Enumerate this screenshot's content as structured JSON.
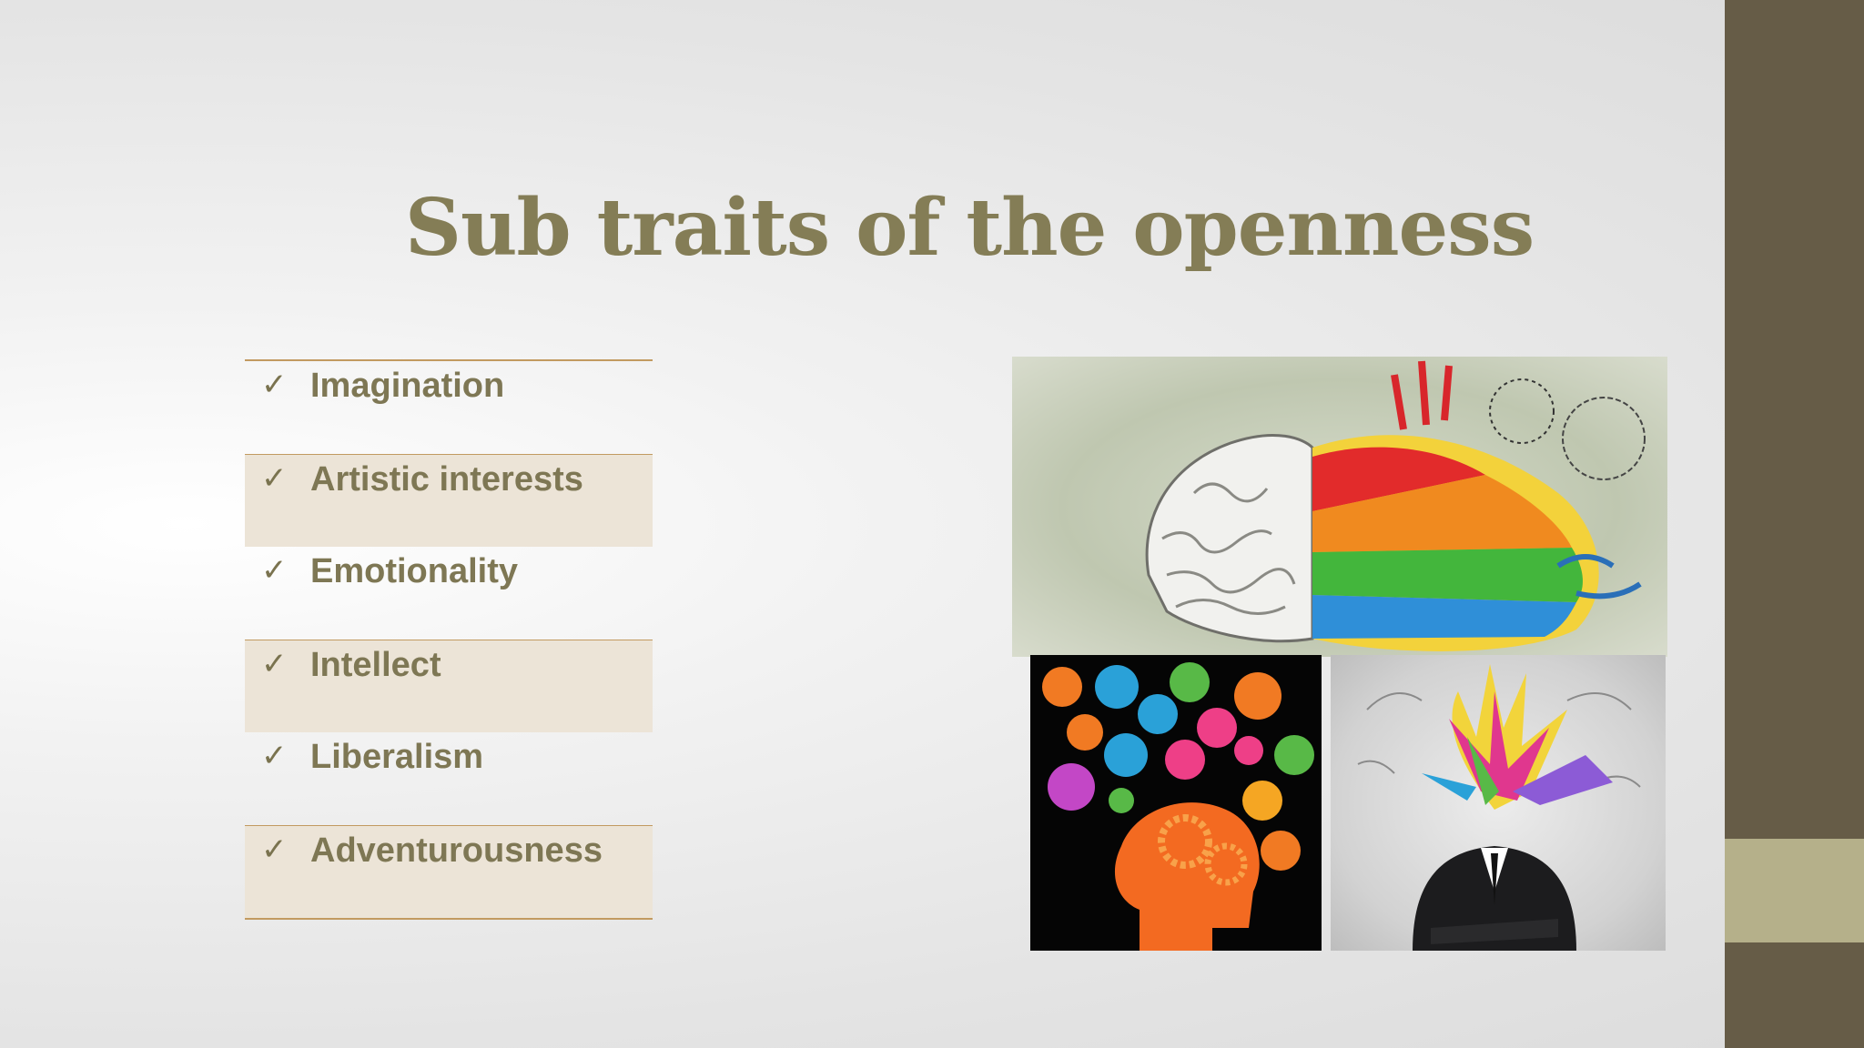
{
  "slide": {
    "title": "Sub traits of the openness",
    "check_glyph": "✓",
    "traits": [
      "Imagination",
      "Artistic interests",
      "Emotionality",
      "Intellect",
      "Liberalism",
      "Adventurousness"
    ]
  },
  "colors": {
    "title": "#847d56",
    "sidebar": "#665c47",
    "sidebar_accent": "#b5b08a",
    "row_shade": "#ece4d7",
    "rule": "#c29a60"
  },
  "images": [
    "brain-colorful-image",
    "head-icons-image",
    "man-exploding-head-image"
  ]
}
